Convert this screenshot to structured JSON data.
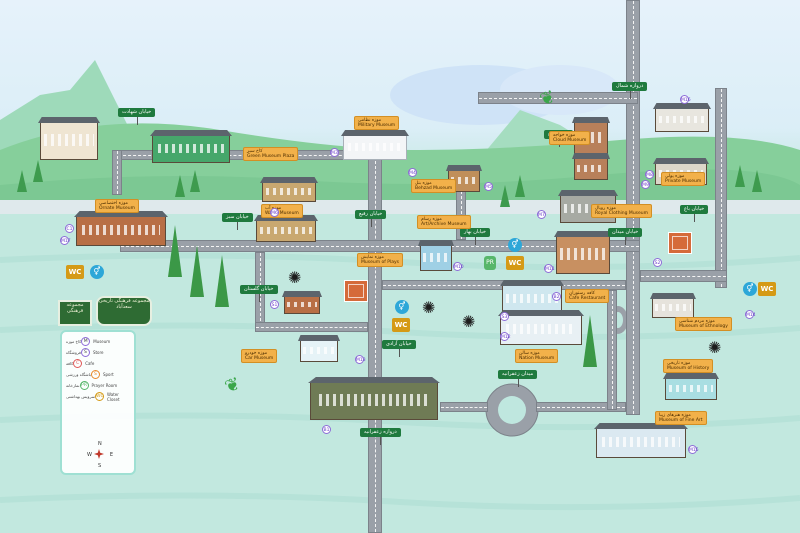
{
  "map": {
    "colors": {
      "sky": "#e3f1fb",
      "hills": "#8fd6a6",
      "ground": "#c2e8e0",
      "road": "#9aa0a8",
      "sign": "#1f7a3e",
      "tag": "#f2b14a",
      "wc": "#d59a16",
      "prayer": "#57b66a"
    },
    "signs": {
      "north_gate": "دروازه شمال",
      "avenue_a": "خیابان شهادت",
      "avenue_b": "خیابان رفیع",
      "avenue_c": "خیابان سبز",
      "avenue_d": "خیابان کاخ",
      "avenue_e": "خیابان بهار",
      "avenue_f": "خیابان گلستان",
      "avenue_g": "خیابان میدان",
      "avenue_h": "خیابان آزادی",
      "square": "میدان زعفرانیه",
      "south_gate": "دروازه زعفرانیه",
      "east_avenue": "خیابان باغ"
    },
    "tags": {
      "t1": {
        "fa": "کاخ سبز",
        "en": "Green Museum Plaza"
      },
      "t2": {
        "fa": "موزه نظامی",
        "en": "Military Museum"
      },
      "t3": {
        "fa": "موزه بتل",
        "en": "Behzad Museum"
      },
      "t4": {
        "fa": "موزه آب",
        "en": "Water Museum"
      },
      "t5": {
        "fa": "موزه اختصاصی",
        "en": "Ornate Museum"
      },
      "t6": {
        "fa": "موزه رسام",
        "en": "Art/Archive Museum"
      },
      "t7": {
        "fa": "موزه نمایش",
        "en": "Museum of Plays"
      },
      "t8": {
        "fa": "موزه خواجه",
        "en": "Cloud Museum"
      },
      "t9": {
        "fa": "موزه رویال",
        "en": "Royal Clothing Museum"
      },
      "t10": {
        "fa": "موزه پولی",
        "en": "Private Museum"
      },
      "t11": {
        "fa": "کافه رستوران",
        "en": "Cafe Restaurant"
      },
      "t12": {
        "fa": "موزه مردم شناسی",
        "en": "Museum of Ethnology"
      },
      "t13": {
        "fa": "موزه سالن",
        "en": "Nation Museum"
      },
      "t14": {
        "fa": "موزه خودرو",
        "en": "Car Museum"
      },
      "t15": {
        "fa": "موزه هنرهای زیبا",
        "en": "Museum of Fine Art"
      },
      "t16": {
        "fa": "موزه تاریخی",
        "en": "Museum of History"
      }
    },
    "pins": [
      "M3",
      "M4",
      "M5",
      "M6",
      "M7",
      "M8",
      "M9",
      "M10",
      "M11",
      "M12",
      "M13",
      "M14",
      "M15",
      "M16",
      "M17",
      "S1",
      "S2",
      "S3",
      "B1",
      "B2",
      "C1"
    ],
    "amenities": {
      "wc": "WC",
      "prayer": "PR",
      "wc_icon": "restroom-icon"
    }
  },
  "legend": {
    "rows": [
      {
        "code": "M",
        "en": "Museum",
        "fa": "کاخ موزه",
        "color": "#8d6bd8"
      },
      {
        "code": "S",
        "en": "Store",
        "fa": "فروشگاه",
        "color": "#8d6bd8"
      },
      {
        "code": "C",
        "en": "Cafe",
        "fa": "کافه",
        "color": "#e05757"
      },
      {
        "code": "S",
        "en": "Sport",
        "fa": "باشگاه ورزشی",
        "color": "#e98a2a"
      },
      {
        "code": "PR",
        "en": "Prayer Room",
        "fa": "نمازخانه",
        "color": "#57b66a"
      },
      {
        "code": "WC",
        "en": "Water Closet",
        "fa": "سرویس بهداشتی",
        "color": "#d59a16"
      }
    ],
    "compass": {
      "n": "N",
      "s": "S",
      "w": "W",
      "e": "E"
    }
  },
  "logos": {
    "left": "مجموعه فرهنگی",
    "right": "مجموعه فرهنگی تاریخی سعدآباد"
  }
}
